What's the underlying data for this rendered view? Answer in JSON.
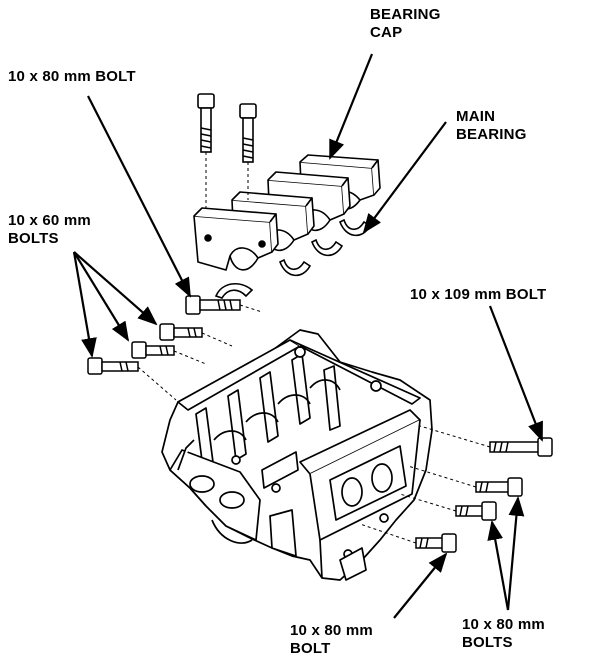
{
  "labels": {
    "bearing_cap": [
      "BEARING",
      "CAP"
    ],
    "main_bearing": [
      "MAIN",
      "BEARING"
    ],
    "bolt_10x80_top": "10 x 80 mm BOLT",
    "bolts_10x60": [
      "10 x 60 mm",
      "BOLTS"
    ],
    "bolt_10x109": "10 x 109 mm BOLT",
    "bolt_10x80_bottom": [
      "10 x 80 mm",
      "BOLT"
    ],
    "bolts_10x80_bottom_right": [
      "10 x 80 mm",
      "BOLTS"
    ]
  },
  "colors": {
    "ink": "#000000",
    "paper": "#ffffff"
  }
}
